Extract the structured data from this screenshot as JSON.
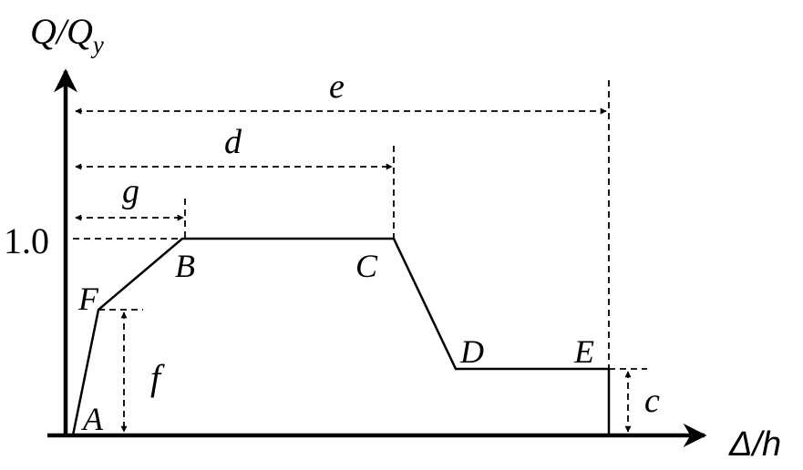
{
  "axes": {
    "y_label_main": "Q/Q",
    "y_label_sub": "y",
    "x_label": "Δ/h",
    "y_tick": "1.0"
  },
  "points": {
    "A": "A",
    "F": "F",
    "B": "B",
    "C": "C",
    "D": "D",
    "E": "E"
  },
  "dimensions": {
    "e": "e",
    "d": "d",
    "g": "g",
    "f": "f",
    "c": "c"
  }
}
